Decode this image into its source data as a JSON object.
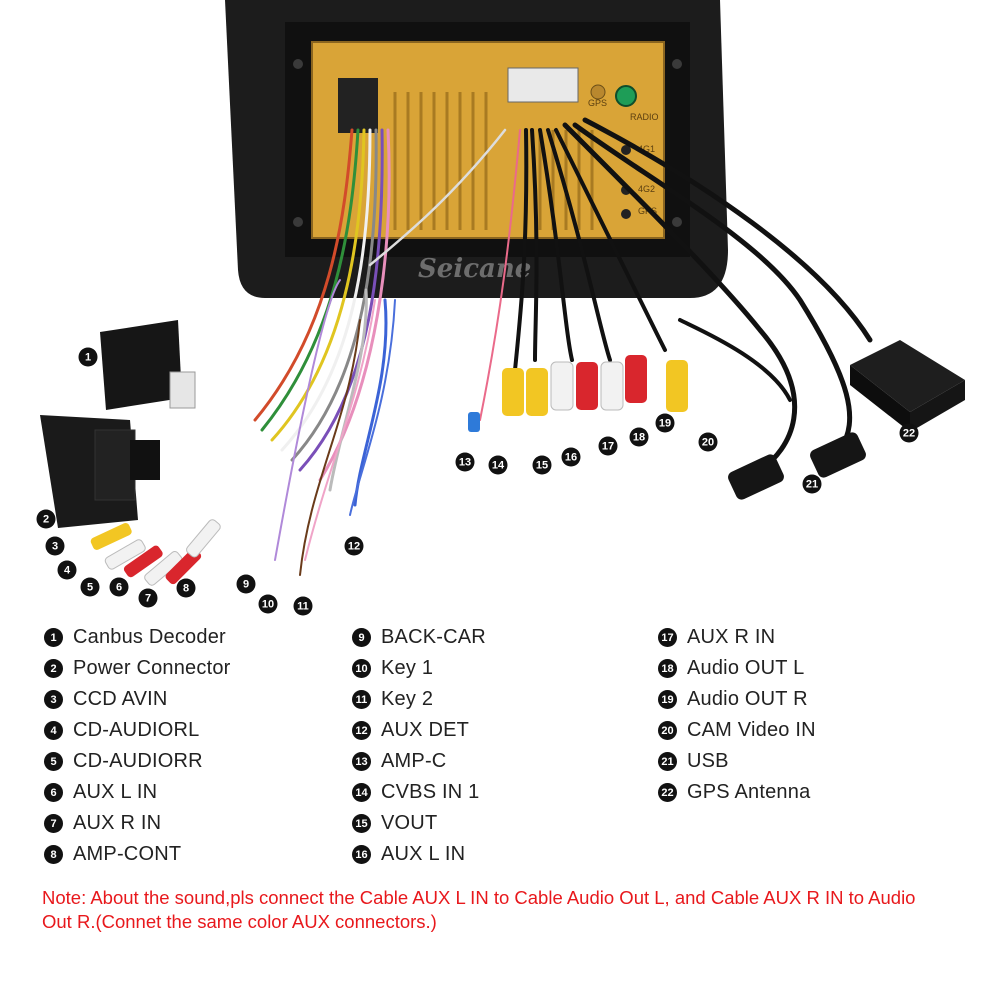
{
  "brand": "Seicane",
  "unit_labels": {
    "gps": "GPS",
    "radio": "RADIO",
    "port4g_a": "4G1",
    "port4g_b": "4G2",
    "gps_port": "GPS"
  },
  "colors": {
    "note": "#e8181c",
    "badge": "#111111",
    "chassis": "#d9a437",
    "head_unit": "#1c1c1c"
  },
  "legend": [
    {
      "n": "1",
      "label": "Canbus Decoder"
    },
    {
      "n": "2",
      "label": "Power Connector"
    },
    {
      "n": "3",
      "label": "CCD AVIN"
    },
    {
      "n": "4",
      "label": "CD-AUDIORL"
    },
    {
      "n": "5",
      "label": "CD-AUDIORR"
    },
    {
      "n": "6",
      "label": "AUX L IN"
    },
    {
      "n": "7",
      "label": "AUX R IN"
    },
    {
      "n": "8",
      "label": "AMP-CONT"
    },
    {
      "n": "9",
      "label": "BACK-CAR"
    },
    {
      "n": "10",
      "label": "Key 1"
    },
    {
      "n": "11",
      "label": "Key 2"
    },
    {
      "n": "12",
      "label": "AUX DET"
    },
    {
      "n": "13",
      "label": "AMP-C"
    },
    {
      "n": "14",
      "label": "CVBS IN 1"
    },
    {
      "n": "15",
      "label": "VOUT"
    },
    {
      "n": "16",
      "label": "AUX L IN"
    },
    {
      "n": "17",
      "label": "AUX R IN"
    },
    {
      "n": "18",
      "label": "Audio OUT L"
    },
    {
      "n": "19",
      "label": "Audio OUT R"
    },
    {
      "n": "20",
      "label": "CAM Video IN"
    },
    {
      "n": "21",
      "label": "USB"
    },
    {
      "n": "22",
      "label": "GPS Antenna"
    }
  ],
  "note": "Note: About the sound,pls connect the Cable AUX L IN to Cable Audio Out L, and Cable AUX R IN to  Audio Out R.(Connet the same color AUX connectors.)"
}
